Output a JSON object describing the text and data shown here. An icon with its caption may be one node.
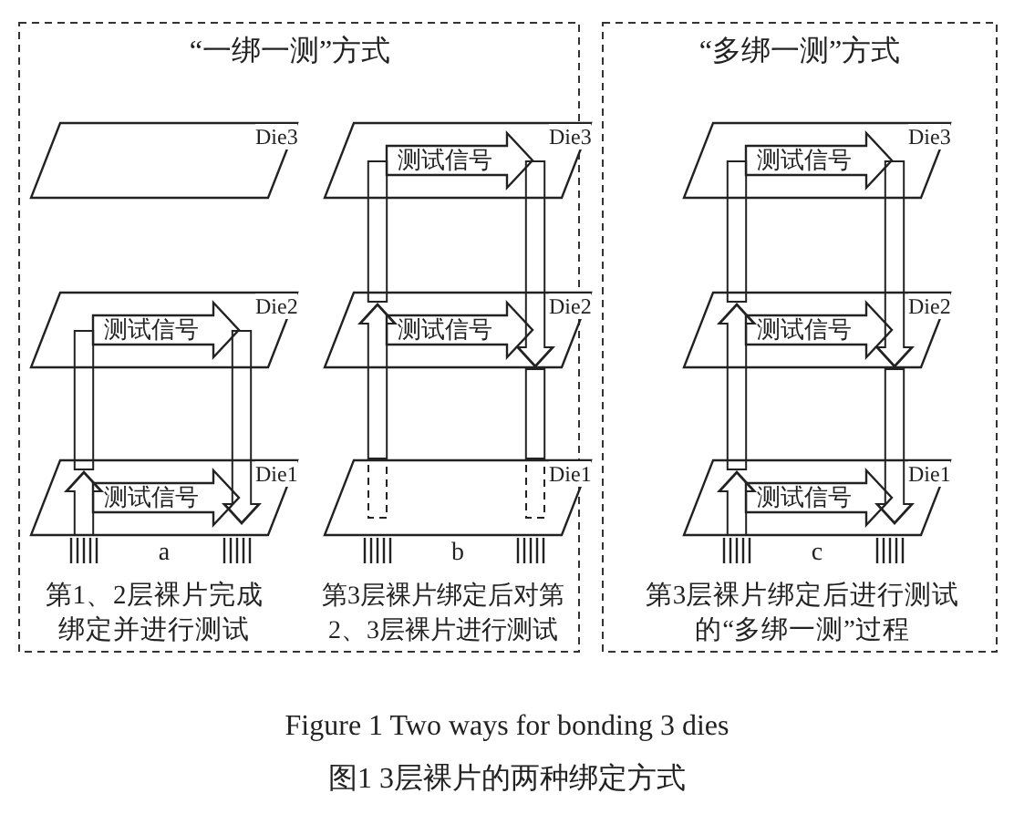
{
  "diagram": {
    "caption": "Figure 1 Two ways for bonding 3 dies",
    "nodes": [
      {
        "text": [
          "“一绑一测”方式"
        ]
      },
      {
        "text": [
          "“多绑一测”方式"
        ]
      },
      {
        "text": [
          "Die3"
        ],
        "in": 0
      },
      {
        "text": [
          "Die2"
        ],
        "in": 0
      },
      {
        "text": [
          "测试信号"
        ],
        "in": 3
      },
      {
        "text": [
          "Die1"
        ],
        "in": 0
      },
      {
        "text": [
          "测试信号"
        ],
        "in": 5
      },
      {
        "text": [
          "Die3"
        ],
        "in": 0
      },
      {
        "text": [
          "测试信号"
        ],
        "in": 7
      },
      {
        "text": [
          "Die2"
        ],
        "in": 0
      },
      {
        "text": [
          "测试信号"
        ],
        "in": 9
      },
      {
        "text": [
          "Die1"
        ],
        "in": 0
      },
      {
        "text": [
          "Die3"
        ],
        "in": 1
      },
      {
        "text": [
          "测试信号"
        ],
        "in": 12
      },
      {
        "text": [
          "Die2"
        ],
        "in": 1
      },
      {
        "text": [
          "测试信号"
        ],
        "in": 14
      },
      {
        "text": [
          "Die1"
        ],
        "in": 1
      },
      {
        "text": [
          "测试信号"
        ],
        "in": 16
      }
    ],
    "edges": [
      {
        "from": null,
        "to": 6,
        "arrow": "to"
      },
      {
        "from": 6,
        "to": 4,
        "arrow": "none"
      },
      {
        "from": 4,
        "to": 6,
        "arrow": "to"
      },
      {
        "from": 11,
        "to": 10,
        "arrow": "to"
      },
      {
        "from": 10,
        "to": 8,
        "arrow": "none"
      },
      {
        "from": 8,
        "to": 9,
        "arrow": "to"
      },
      {
        "from": 9,
        "to": 11,
        "arrow": "none"
      },
      {
        "from": null,
        "to": 17,
        "arrow": "to"
      },
      {
        "from": 17,
        "to": 15,
        "arrow": "to"
      },
      {
        "from": 15,
        "to": 13,
        "arrow": "none"
      },
      {
        "from": 13,
        "to": 14,
        "arrow": "to"
      },
      {
        "from": 14,
        "to": 17,
        "arrow": "to"
      }
    ],
    "labels": [
      "a",
      "第1、2层裸片完成绑定并进行测试",
      "b",
      "第3层裸片绑定后对第2、3层裸片进行测试",
      "c",
      "第3层裸片绑定后进行测试的“多绑一测”过程",
      "图1 3层裸片的两种绑定方式"
    ]
  }
}
